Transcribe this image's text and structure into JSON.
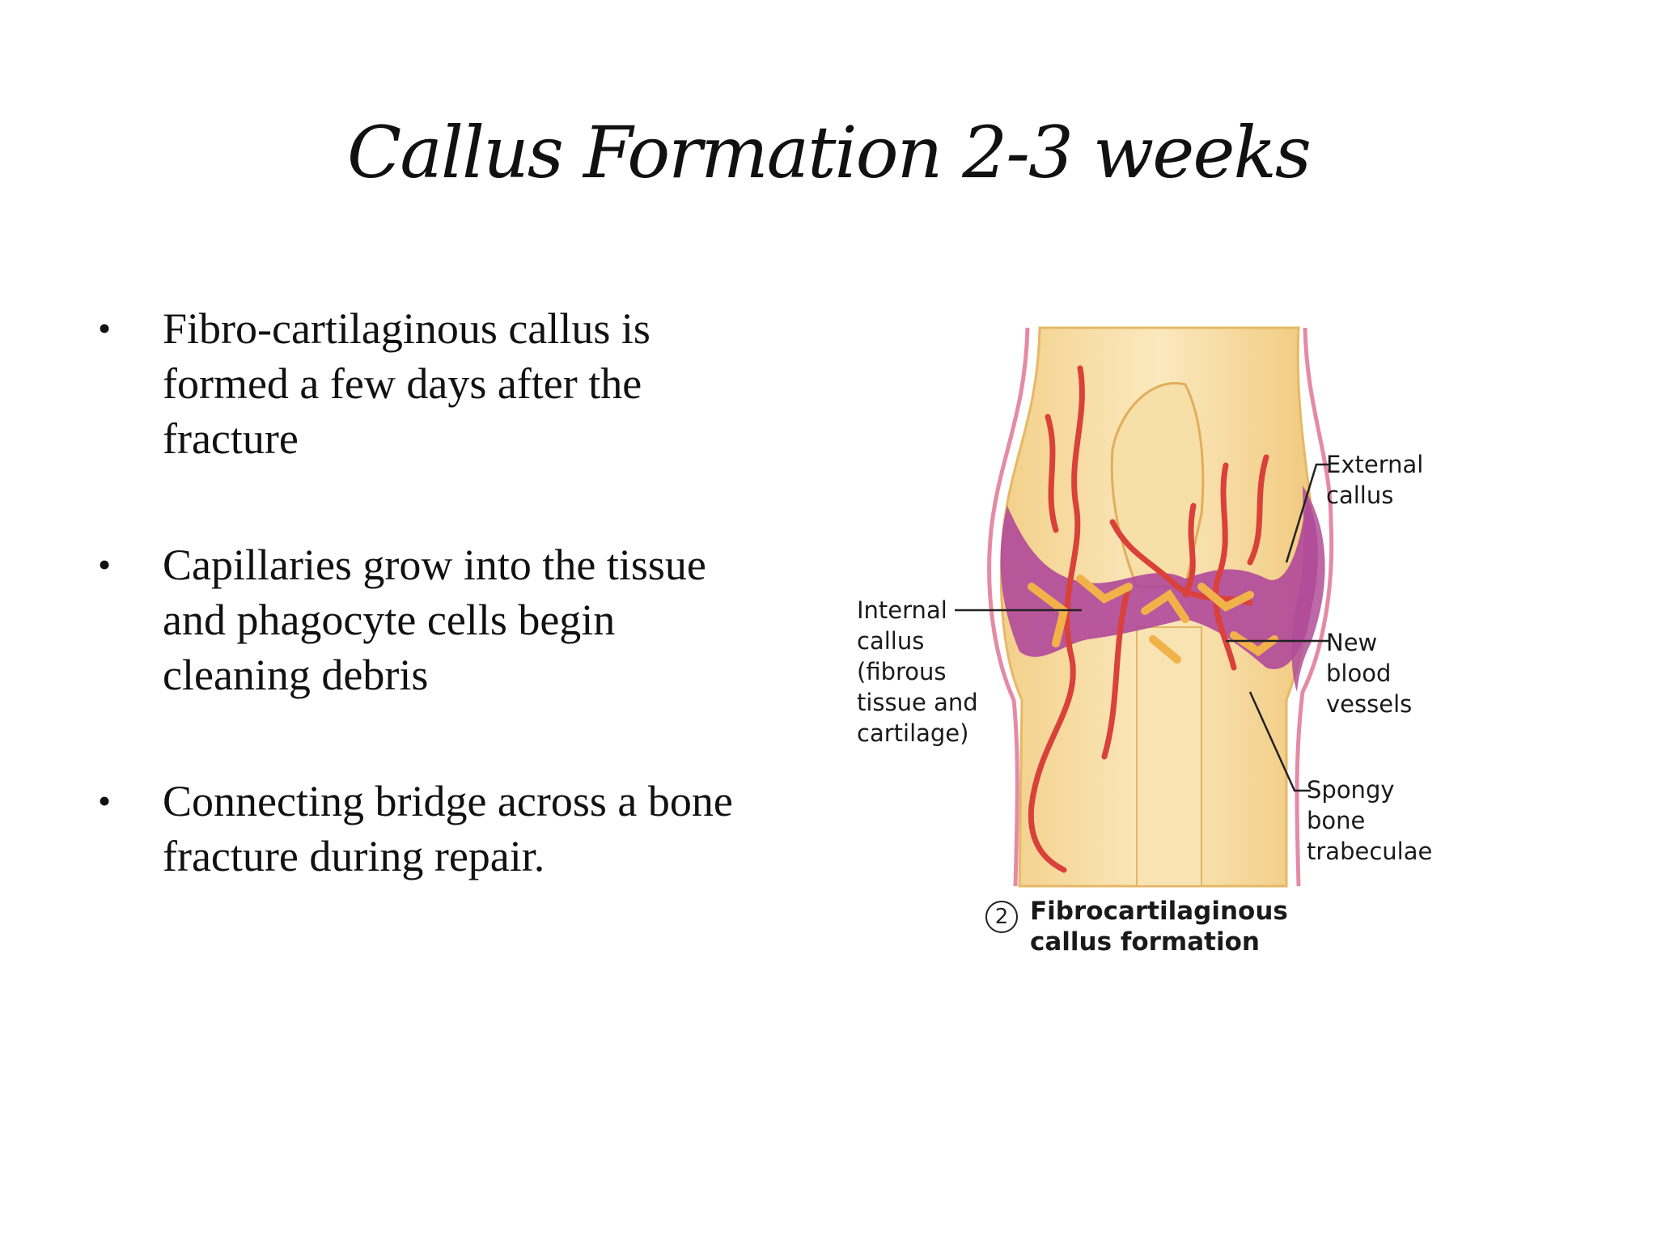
{
  "slide": {
    "title": "Callus Formation 2-3 weeks",
    "bullet_symbol": "•",
    "bullets": [
      "Fibro-cartilaginous callus is formed a few days after the fracture",
      "Capillaries grow into the tissue and phagocyte cells begin cleaning debris",
      "Connecting bridge across a bone fracture during repair."
    ]
  },
  "figure": {
    "labels": {
      "internal_callus": "Internal\ncallus\n(fibrous\ntissue and\ncartilage)",
      "external_callus": "External\ncallus",
      "new_blood_vessels": "New\nblood\nvessels",
      "spongy_bone": "Spongy\nbone\ntrabeculae"
    },
    "caption_number": "2",
    "caption": "Fibrocartilaginous\ncallus formation",
    "colors": {
      "bone": "#f6dca0",
      "bone_shade": "#e9b96a",
      "callus": "#b0489a",
      "vessel": "#d9413a",
      "trabeculae": "#f2b24a"
    }
  }
}
